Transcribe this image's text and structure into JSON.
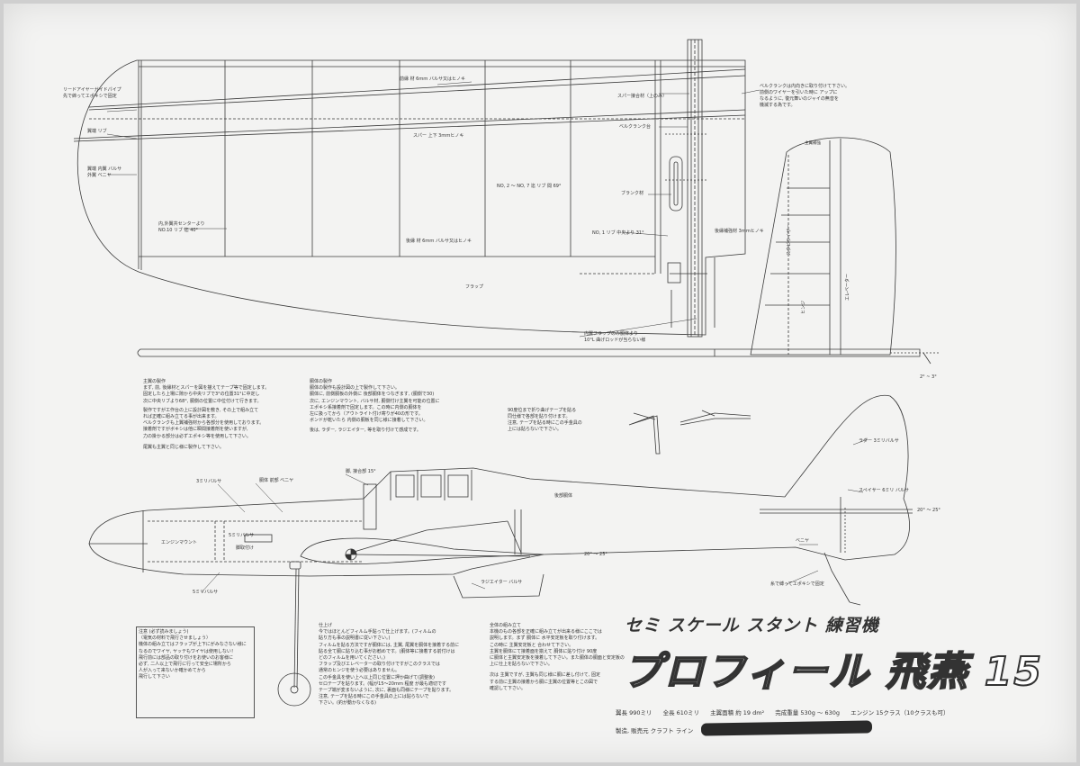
{
  "subtitle": "セミ スケール スタント 練習機",
  "title": "プロフィール 飛燕 15",
  "specs": {
    "span": "翼長 990ミリ",
    "length": "全長 610ミリ",
    "area": "主翼面積 約 19 dm²",
    "weight": "完成重量 530g ～ 630g",
    "engine": "エンジン 15クラス（10クラスも可）"
  },
  "maker": "製造, 販売元 クラフト ライン",
  "wing_labels": {
    "leadout": "リードアイヤーガイドパイプ\n先で締ってエポキシで固定",
    "tip_rib": "翼端 リブ",
    "tip": "翼端 内翼 バルサ\n外翼 ベニヤ",
    "inner_center": "内,外翼共センターより\nNO.10 リブ 迄 40°",
    "le_spar": "前縁 材 6ｍｍ バルサ又はヒノキ",
    "spar": "スパー 上下 3ｍｍヒノキ",
    "spar_top": "スパー接合材（上のみ）",
    "bellcrank": "ベルクランク台",
    "ribs": "NO, 2 ～ NO, 7 迄 リブ 間 69°",
    "blank": "ブランク材",
    "rib1": "NO, 1 リブ 中央より 31°",
    "te": "後縁 材 6ｍｍ バルサ又はヒノキ",
    "te_spar": "後縁補強材 3ｍｍヒノキ",
    "flap": "フラップ",
    "flap_note": "内翼フラップのみ胴体より\n10°L 曲げロッドが当らない様",
    "bellcrank_note": "ベルクランクは内向きに取り付けて下さい。\n前側のワイヤーを引いた時に アップに\nなるように, 復元舞いのジャイの無音を\n機滅する為です。",
    "tail_side": "主翼補強",
    "tail_area": "スタビライザー",
    "elevator": "エレベーター",
    "hinge": "ヒンジ",
    "angle": "2° ~ 3°"
  },
  "fuselage_labels": {
    "main_balsa": "3ミリバルサ",
    "body_plywood": "胴体 前部 ベニヤ",
    "tail_balsa": "後部胴体",
    "gear": "脚, 接合部 15°",
    "engine_mount": "エンジンマウント",
    "balsa5": "5ミリバルサ",
    "gear_mount": "脚取付け",
    "balsa5b": "5ミリバルサ",
    "radiator": "ラジエイター バルサ",
    "rudder": "ラダー 3ミリバルサ",
    "stab": "スペイサー 6ミリ バルサ",
    "angle1": "20° ～ 25°",
    "angle2": "20° ～ 25°",
    "plywood": "ベニヤ",
    "tailwheel": "糸で縛ってエポキシで固定",
    "wire_note": "90度位まで折り曲げテープを貼る\n同仕様で各部を貼り付けます。\n注意, テープを貼る時にこの手金具の\n上には貼らないで下さい。"
  },
  "notes": {
    "wing_assembly": [
      "主翼の製作",
      "まず, 前, 後縁材とスパーを図を描えてテープ等で固定します。",
      "固定したら上場に隙から中央リブで3°の位置31°に中定し",
      "次に中央リブより68°, 胴側の位置に中位付けて行きます。",
      "製作ですが工作台の上に設計図を敷き, その上で組み立て",
      "れば正確に組み立てる事が出来ます。",
      "ベルクランクも上翼補強材から各部分を使用しております。",
      "接着剤ですがボキシは他に瞬間接着剤を使いますが,",
      "力の掛かる部分は必ずエポキシ等を使用して下さい。",
      "尾翼も主翼と同じ様に製作して下さい。"
    ],
    "fuselage_assembly": [
      "胴体の製作",
      "胴体の製作も設計図の上で製作して下さい。",
      "胴体に, 前側胴板の外側に 後部胴体をつなぎます, (胴側で30)",
      "次に, エンジンマウント, バルサ材, 胴側付け主翼を可能の位置に",
      "エポキシ系接着剤で固定します。この時に内側の胴体を",
      "左に扱ってから（アウトライト付け寄りが40の形です。",
      "ボンドが乾いたら 内側の胴板を同じ様に接着して下さい。",
      "後は, ラダー, ラジエイター, 等を取り付けて感成です。"
    ],
    "finishing": [
      "仕上げ",
      "今ではほとんどフィルム手貼って仕上げます。(フィルムの",
      "貼り方も事の説明書に従い下さい。)",
      "フィルムを貼る方法ですが胴体には, 主翼, 尾翼を胴体を接着する前に",
      "貼る全て胴に貼り込む事がお勧めです。(胴体等に接着する前付けは",
      "どのフィルムを用いてください。)",
      "フラップ及びエレベーターの取り付けですがこのクラスでは",
      "通常のヒンジを使う必要はありません。",
      "この手金具を使い上へ以上同じ位置に押か曲げて(調整後)",
      "セロテープを貼ります。(幅が15～20ｍｍ 程度 が最も適切です",
      "テープ端が変まないように, 次に, 裏面も同様にテープを貼ります。",
      "注意, テープを貼る時にこの手金具の上には貼らないで",
      "下さい。(釣が動かなくなる)"
    ],
    "assembly": [
      "全体の組み立て",
      "本機のもの各部を正確に組み立てが出来る様にここでは",
      "説明します。まず 胴体に 水平安定板を取り付けます。",
      "この時に 主翼安定板と 合わせて下さい。",
      "主翼を胴体にて接着面を揃えて 胴体に貼り付け 90度",
      "に胴体と主翼安定板を接着して下さい。また胴体の胴面と安定板の",
      "上に仕上を貼らないで下さい。",
      "次は 主翼ですが, 主翼も同じ様に胴に差し付けて, 固定",
      "する前に主翼の接着から胴に主翼の位置等とこの図で",
      "確認して下さい。"
    ],
    "boxed": [
      "注意 (必ず読みましょう)",
      "（電気の材料で飛行させましょう）",
      "機体の組み立てはフラップが上下にがみなさない様に",
      "なるのでワイヤ, ヤッテもワイヤは使用しない！",
      "飛行前には部品の取り付けをお使いのお客様に",
      "必ず, 二人以上で飛行に行って安全に場所から",
      "人が入って来ないか確かめてから",
      "飛行して下さい"
    ]
  }
}
